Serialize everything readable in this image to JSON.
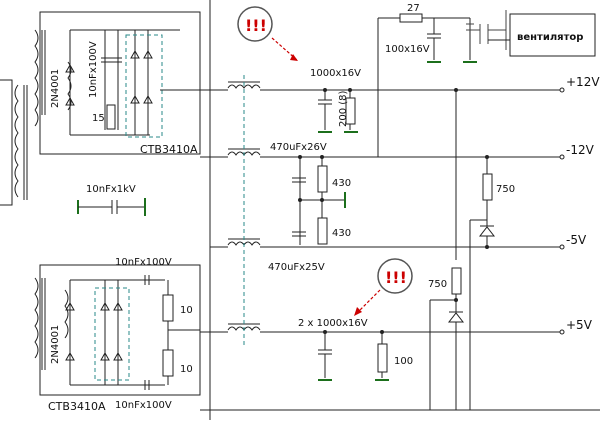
{
  "labels": {
    "ctb_top": "CTB3410A",
    "ctb_bottom": "CTB3410A",
    "diode_2n4001_top": "2N4001",
    "diode_2n4001_bottom": "2N4001",
    "cap_10nf_100v_top": "10nFx100V",
    "cap_10nf_100v_bottom1": "10nFx100V",
    "cap_10nf_100v_bottom2": "10nFx100V",
    "res_15": "15",
    "cap_10nf_1kv": "10nFx1kV",
    "res_10a": "10",
    "res_10b": "10",
    "cap_1000_16v": "1000x16V",
    "res_200": "200 (8)",
    "cap_470_26v": "470uFx26V",
    "res_430a": "430",
    "res_430b": "430",
    "cap_470_25v": "470uFx25V",
    "cap_2x1000": "2 x 1000x16V",
    "res_100": "100",
    "res_750a": "750",
    "res_750b": "750",
    "res_27": "27",
    "cap_100x16v": "100x16V",
    "fan": "вентилятор",
    "rail_p12": "+12V",
    "rail_m12": "-12V",
    "rail_m5": "-5V",
    "rail_p5": "+5V",
    "warn": "!!!"
  }
}
